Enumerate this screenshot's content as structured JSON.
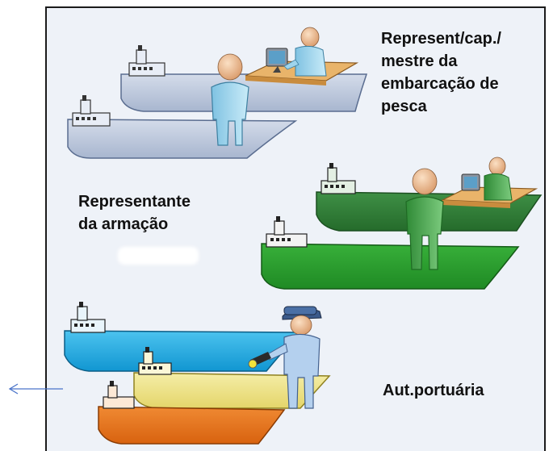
{
  "labels": {
    "captain": [
      "Represent/cap./",
      "mestre da",
      "embarcação de",
      "pesca"
    ],
    "owner": [
      "Representante",
      "da armação"
    ],
    "port": "Aut.portuária"
  },
  "colors": {
    "panel_bg": "#eef2f8",
    "ship_grey_blue": "#bcc8dc",
    "ship_dark_green": "#2f7d36",
    "ship_green": "#2c9a2c",
    "ship_cyan": "#22aee6",
    "ship_yellow": "#eee58a",
    "ship_orange": "#e6761d",
    "person_light_blue": "#9ed4ec",
    "person_green": "#56b15a",
    "officer": "#b4d0ee",
    "arrow": "#4a73c9"
  },
  "icons": [
    "ship-icon",
    "person-icon",
    "desk-computer-icon",
    "officer-with-flashlight-icon",
    "arrow-left-icon"
  ]
}
